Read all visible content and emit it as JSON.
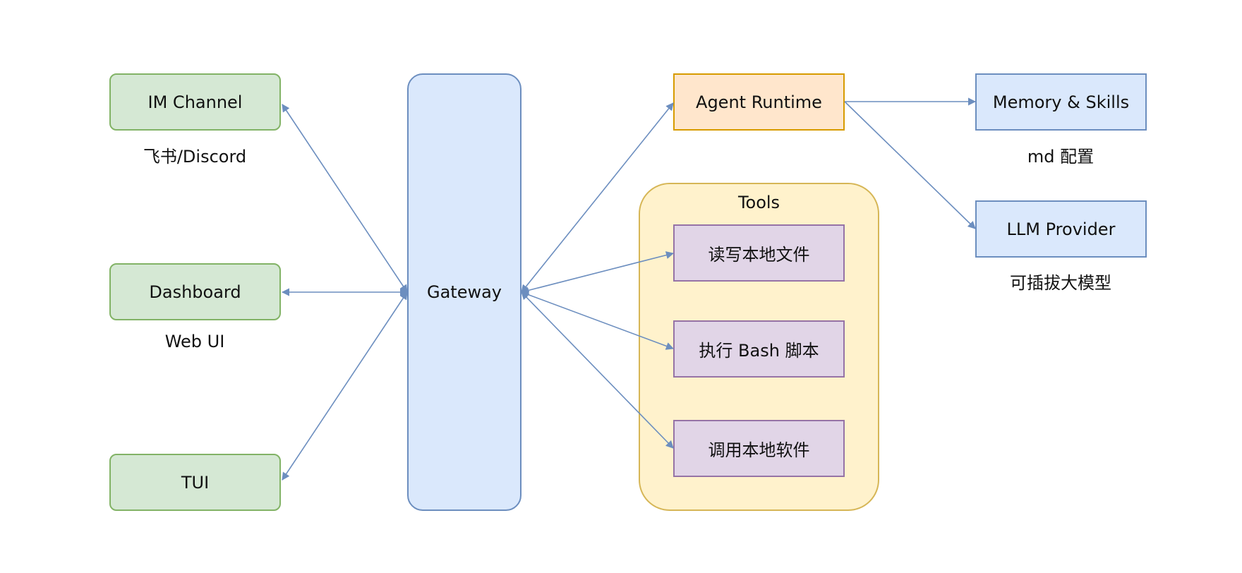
{
  "colors": {
    "arrow": "#6c8ebf",
    "client_fill": "#d5e8d4",
    "client_stroke": "#82b366",
    "gateway_fill": "#dae8fc",
    "gateway_stroke": "#6c8ebf",
    "runtime_fill": "#ffe6cc",
    "runtime_stroke": "#d79b00",
    "tools_fill": "#fff2cc",
    "tools_stroke": "#d6b656",
    "tool_fill": "#e1d5e7",
    "tool_stroke": "#9673a6"
  },
  "clients": {
    "im_channel": {
      "label": "IM Channel",
      "caption": "飞书/Discord"
    },
    "dashboard": {
      "label": "Dashboard",
      "caption": "Web UI"
    },
    "tui": {
      "label": "TUI"
    }
  },
  "gateway": {
    "label": "Gateway"
  },
  "agent_runtime": {
    "label": "Agent Runtime"
  },
  "tools": {
    "title": "Tools",
    "items": [
      "读写本地文件",
      "执行 Bash 脚本",
      "调用本地软件"
    ]
  },
  "memory_skills": {
    "label": "Memory & Skills",
    "caption": "md 配置"
  },
  "llm_provider": {
    "label": "LLM Provider",
    "caption": "可插拔大模型"
  }
}
